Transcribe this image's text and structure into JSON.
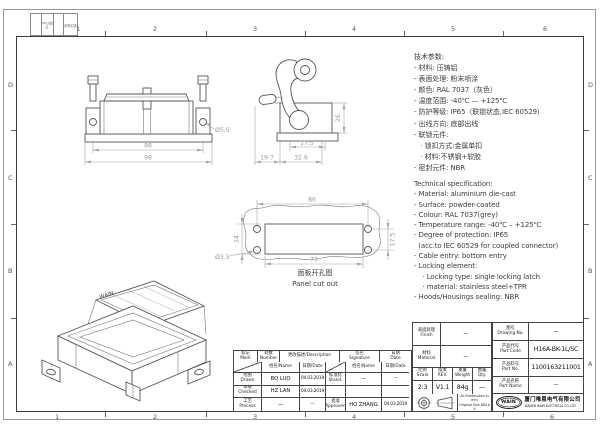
{
  "frame": {
    "cols": [
      "1",
      "2",
      "3",
      "4",
      "5",
      "6"
    ],
    "rows": [
      "D",
      "C",
      "B",
      "A"
    ],
    "corner": {
      "c1": "日期/Date",
      "c2": "更改描述"
    }
  },
  "specs_cn": {
    "lines": [
      "技术参数:",
      "- 材料: 压铸铝",
      "- 表面处理: 粉末喷涂",
      "- 颜色: RAL 7037（灰色）",
      "- 温度范围: -40℃ — +125℃",
      "- 防护等级: IP65（联锁状态,IEC 60529）",
      "- 出线方向: 底部出线",
      "- 联锁元件:",
      "   · 锁扣方式:金属单扣",
      "   · 材料:不锈钢+软胶",
      "- 密封元件: NBR"
    ]
  },
  "specs_en": {
    "lines": [
      "Technical specification:",
      "- Material: aluminium die-cast",
      "- Surface: powder-coated",
      "- Colour: RAL 7037(grey)",
      "- Temperature range: -40℃ – +125℃",
      "- Degree of protection: IP65",
      "  (acc.to IEC 60529 for coupled connector)",
      "- Cable entry: bottom entry",
      "- Locking element:",
      "    · Locking type: single locking latch",
      "    · material: stainless steel+TPR",
      "- Hoods/Housings sealing: NBR"
    ]
  },
  "views": {
    "front": {
      "dim_86": "86",
      "dim_98": "98",
      "dia": "Ø5.5"
    },
    "side": {
      "dim_26": "26",
      "dim_17_5": "17.5",
      "dim_19_7": "19.7",
      "dim_32_6": "32.6"
    },
    "panel": {
      "dim_86": "86",
      "dim_73": "73",
      "dim_24": "24",
      "dim_17_5": "17.5",
      "hole": "Ø3.5",
      "label_cn": "面板开孔图",
      "label_en": "Panel cut out"
    },
    "iso": {
      "brand": "WAIN"
    }
  },
  "title_block": {
    "rev": {
      "h_mark": "标记\nMark",
      "h_number": "处数\nNumber",
      "h_desc": "更改描述/Description",
      "h_sig": "签名\nSignature",
      "h_date": "日期\nDate",
      "name_hdr": "姓名/Name",
      "date_hdr": "日期/Date",
      "drawn_lbl": "绘图\nDrawn",
      "drawn_name": "BQ LUO",
      "drawn_date": "04.03.2019",
      "checked_lbl": "审核\nChecked",
      "checked_name": "HZ LAN",
      "checked_date": "04.03.2019",
      "process_lbl": "工艺\nProcess",
      "process_name": "—",
      "process_date": "—",
      "stand_lbl": "标准化\nStand.",
      "stand_name": "—",
      "stand_date": "—",
      "approved_lbl": "批准\nApproved",
      "approved_name": "HQ ZHANG",
      "approved_date": "04.03.2019"
    },
    "mid": {
      "finish_lbl": "表面处理\nFinish",
      "finish_val": "—",
      "material_lbl": "材料\nMaterial",
      "material_val": "—",
      "scale_lbl": "比例\nScale",
      "scale_val": "2:3",
      "rev_lbl": "版本\nREV.",
      "rev_val": "V1.1",
      "weight_lbl": "重量\nWeight",
      "weight_val": "84g",
      "qty_lbl": "数量\nQty.",
      "qty_val": "—",
      "dims_note": "All Dimensions in mm\nOriginal Size DIN A 4"
    },
    "right": {
      "drawing_no_lbl": "图号\nDrawing No.",
      "drawing_no_val": "—",
      "part_code_lbl": "产品代号\nPart Code",
      "part_code_val": "H16A-BK-1L/SC",
      "part_no_lbl": "产品料号\nPart No.",
      "part_no_val": "1100163211001",
      "part_name_lbl": "产品名称\nPart Name",
      "part_name_val": "—",
      "logo": "WAIN",
      "company_cn": "厦门唯恩电气有限公司",
      "company_en": "XIAMEN WAIN ELECTRICAL CO.,LTD"
    }
  }
}
